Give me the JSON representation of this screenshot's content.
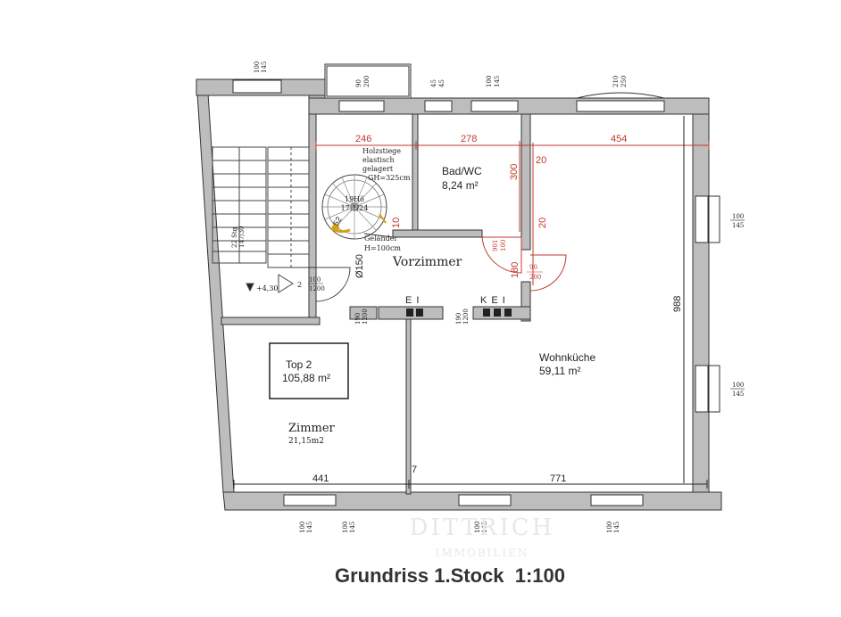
{
  "title": "Grundriss 1.Stock  1:100",
  "colors": {
    "wall_fill": "#bdbdbd",
    "wall_edge": "#333333",
    "dimension_red": "#c0392b",
    "ink": "#222222",
    "stair_accent": "#d4a017"
  },
  "rooms": {
    "bad": {
      "name": "Bad/WC",
      "area": "8,24 m²"
    },
    "top": {
      "name": "Top 2",
      "area": "105,88 m²"
    },
    "wohnkueche": {
      "name": "Wohnküche",
      "area": "59,11 m²"
    },
    "zimmer": {
      "name": "Zimmer",
      "area": "21,15m2"
    },
    "vorzimmer": {
      "name": "Vorzimmer"
    }
  },
  "stair": {
    "material_1": "Holzstiege",
    "material_2": "elastisch",
    "material_3": "gelagert",
    "gh": "GH=325cm",
    "rise": "19Hö",
    "steps": "17,1/24",
    "railing_1": "Geländer",
    "railing_2": "H=100cm",
    "diameter": "Ø150",
    "marker_52": "52",
    "main_steps_a": "22 Stg",
    "main_steps_b": "147/30",
    "level": "+4,30",
    "landing_no": "2"
  },
  "dims": {
    "d246": "246",
    "d278": "278",
    "d454": "454",
    "d300": "300",
    "d20a": "20",
    "d20b": "20",
    "d10": "10",
    "d180": "180",
    "d988": "988",
    "d441": "441",
    "d771": "771",
    "d7": "7"
  },
  "openings": {
    "w_100_145": "100\n145",
    "w_90_200": "90\n200",
    "w_45_45": "45\n45",
    "w_210_250": "210\n250",
    "door_100_200": "100\n1200",
    "door_90_200": "90\n200",
    "door_901_100": "901\n100",
    "door_190_1200": "190\n1200",
    "e_label": "E I",
    "kei_label": "K E I"
  },
  "watermark": {
    "line_1": "DITTRICH",
    "line_2": "IMMOBILIEN"
  }
}
